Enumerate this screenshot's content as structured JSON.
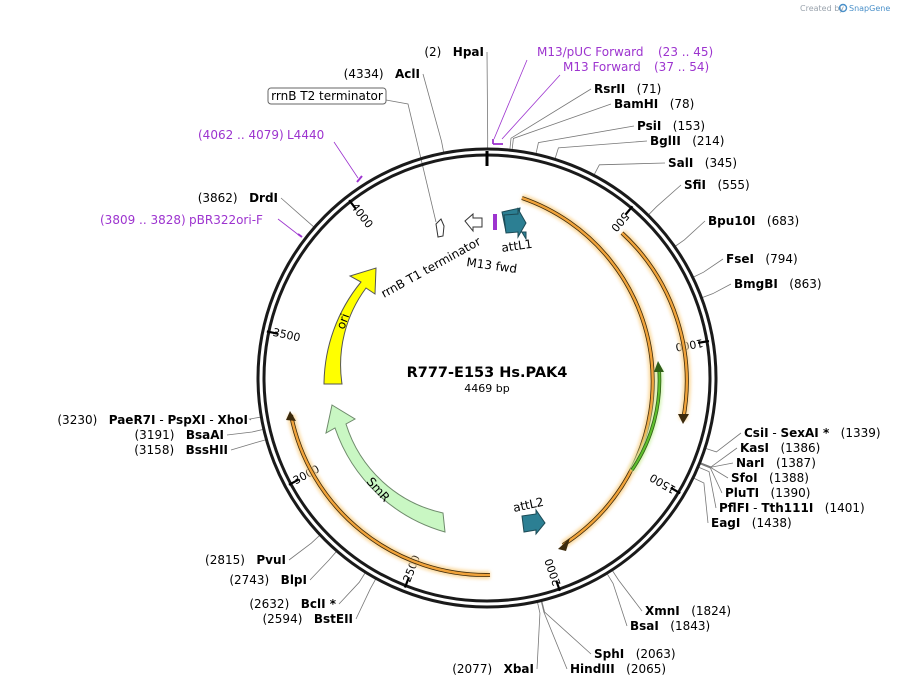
{
  "credit": {
    "prefix": "Created by",
    "brand": "SnapGene"
  },
  "plasmid": {
    "name": "R777-E153 Hs.PAK4",
    "size_label": "4469 bp",
    "size_bp": 4469
  },
  "colors": {
    "backbone": "#1a1a1a",
    "orange": "#f1a33a",
    "orange_glow": "#fbd99e",
    "yellow": "#ffff00",
    "smr": "#c9f7c3",
    "green": "#5fbf2d",
    "teal": "#2c7f93",
    "primer": "#9d34cf",
    "leader": "#777777"
  },
  "ticks": [
    {
      "label": "500"
    },
    {
      "label": "1000"
    },
    {
      "label": "1500"
    },
    {
      "label": "2000"
    },
    {
      "label": "2500"
    },
    {
      "label": "3000"
    },
    {
      "label": "3500"
    },
    {
      "label": "4000"
    }
  ],
  "features": {
    "ori": "ori",
    "smr": "SmR",
    "attL1": "attL1",
    "attL2": "attL2",
    "m13fwd": "M13 fwd",
    "rrnb_t1": "rrnB T1 terminator",
    "rrnb_t2": "rrnB T2 terminator"
  },
  "primers": [
    {
      "name": "M13/pUC Forward",
      "range": "(23 .. 45)"
    },
    {
      "name": "M13 Forward",
      "range": "(37 .. 54)"
    },
    {
      "name": "L4440",
      "range": "(4062 .. 4079)"
    },
    {
      "name": "pBR322ori-F",
      "range": "(3809 .. 3828)"
    }
  ],
  "sites": [
    {
      "name": "HpaI",
      "pos": "(2)"
    },
    {
      "name": "AclI",
      "pos": "(4334)"
    },
    {
      "name": "RsrII",
      "pos": "(71)"
    },
    {
      "name": "BamHI",
      "pos": "(78)"
    },
    {
      "name": "PsiI",
      "pos": "(153)"
    },
    {
      "name": "BglII",
      "pos": "(214)"
    },
    {
      "name": "SalI",
      "pos": "(345)"
    },
    {
      "name": "SfiI",
      "pos": "(555)"
    },
    {
      "name": "Bpu10I",
      "pos": "(683)"
    },
    {
      "name": "FseI",
      "pos": "(794)"
    },
    {
      "name": "BmgBI",
      "pos": "(863)"
    },
    {
      "name": "CsiI",
      "sep": " - ",
      "name2": "SexAI *",
      "pos": "(1339)"
    },
    {
      "name": "KasI",
      "pos": "(1386)"
    },
    {
      "name": "NarI",
      "pos": "(1387)"
    },
    {
      "name": "SfoI",
      "pos": "(1388)"
    },
    {
      "name": "PluTI",
      "pos": "(1390)"
    },
    {
      "name": "PflFI",
      "sep": " - ",
      "name2": "Tth111I",
      "pos": "(1401)"
    },
    {
      "name": "EagI",
      "pos": "(1438)"
    },
    {
      "name": "XmnI",
      "pos": "(1824)"
    },
    {
      "name": "BsaI",
      "pos": "(1843)"
    },
    {
      "name": "SphI",
      "pos": "(2063)"
    },
    {
      "name": "HindIII",
      "pos": "(2065)"
    },
    {
      "name": "XbaI",
      "pos": "(2077)"
    },
    {
      "name": "BstEII",
      "pos": "(2594)"
    },
    {
      "name": "BclI *",
      "pos": "(2632)"
    },
    {
      "name": "BlpI",
      "pos": "(2743)"
    },
    {
      "name": "PvuI",
      "pos": "(2815)"
    },
    {
      "name": "BssHII",
      "pos": "(3158)"
    },
    {
      "name": "BsaAI",
      "pos": "(3191)"
    },
    {
      "name": "PaeR7I",
      "sep": " - ",
      "name2": "PspXI",
      "sep2": " - ",
      "name3": "XhoI",
      "pos": "(3230)"
    },
    {
      "name": "DrdI",
      "pos": "(3862)"
    }
  ]
}
